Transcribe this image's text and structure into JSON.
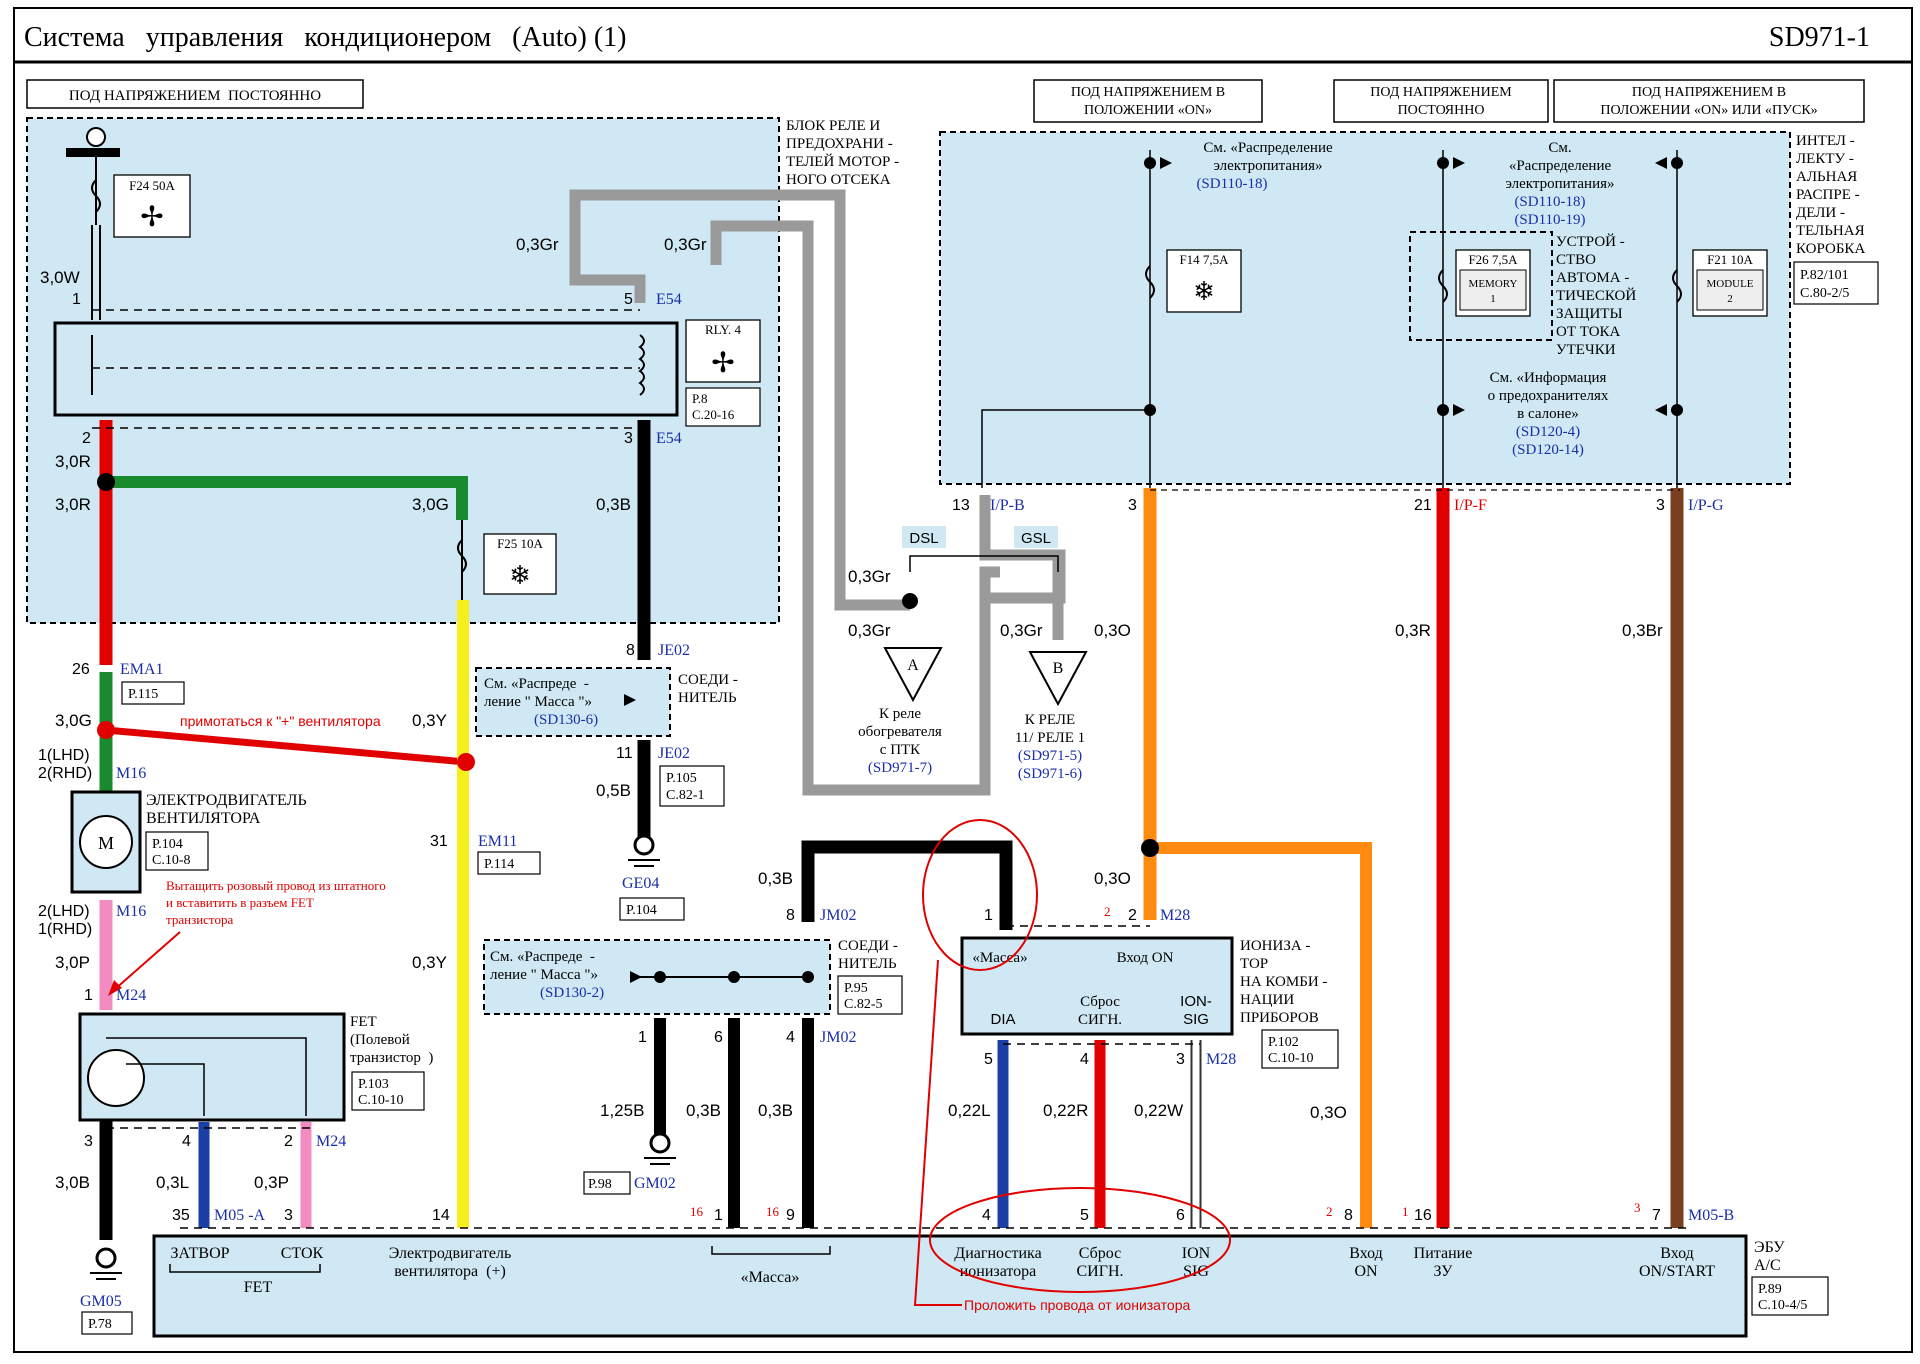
{
  "header": {
    "title": "Система   управления   кондиционером   (Auto) (1)",
    "code": "SD971-1"
  },
  "power_labels": {
    "always_left": "ПОД НАПРЯЖЕНИЕМ  ПОСТОЯННО",
    "on_l1": "ПОД НАПРЯЖЕНИЕМ  В",
    "on_l2": "ПОЛОЖЕНИИ  «ON»",
    "always_right_l1": "ПОД НАПРЯЖЕНИЕМ",
    "always_right_l2": "ПОСТОЯННО",
    "on_start_l1": "ПОД НАПРЯЖЕНИЕМ  В",
    "on_start_l2": "ПОЛОЖЕНИИ  «ON» ИЛИ «ПУСК»"
  },
  "engine_box": {
    "l1": "БЛОК  РЕЛЕ  И",
    "l2": "ПРЕДОХРАНИ -",
    "l3": "ТЕЛЕЙ МОТОР -",
    "l4": "НОГО  ОТСЕКА"
  },
  "junction_box": {
    "l1": "ИНТЕЛ -",
    "l2": "ЛЕКТУ -",
    "l3": "АЛЬНАЯ",
    "l4": "РАСПРЕ -",
    "l5": "ДЕЛИ -",
    "l6": "ТЕЛЬНАЯ",
    "l7": "КОРОБКА",
    "ref1": "P.82/101",
    "ref2": "C.80-2/5"
  },
  "fuses": {
    "f24": "F24 50A",
    "f25": "F25 10A",
    "f14": "F14 7,5A",
    "f26": "F26 7,5A",
    "f26_sub1": "MEMORY",
    "f26_sub2": "1",
    "f21": "F21 10A",
    "f21_sub1": "MODULE",
    "f21_sub2": "2"
  },
  "relay": {
    "name": "RLY. 4",
    "ref1": "P.8",
    "ref2": "C.20-16"
  },
  "see_power1": {
    "l1": "См. «Распределение",
    "l2": "электропитания»",
    "l3": "(SD110-18)"
  },
  "see_power2": {
    "l1": "См.",
    "l2": "«Распределение",
    "l3": "электропитания»",
    "l4": "(SD110-18)",
    "l5": "(SD110-19)"
  },
  "see_fuse": {
    "l1": "См. «Информация",
    "l2": "о предохранителях",
    "l3": "в салоне»",
    "l4": "(SD120-4)",
    "l5": "(SD120-14)"
  },
  "leak_device": {
    "l1": "УСТРОЙ -",
    "l2": "СТВО",
    "l3": "АВТОМА -",
    "l4": "ТИЧЕСКОЙ",
    "l5": "ЗАЩИТЫ",
    "l6": "ОТ ТОКА",
    "l7": "УТЕЧКИ"
  },
  "wires": {
    "w_30W": "3,0W",
    "w_30R_a": "3,0R",
    "w_30R_b": "3,0R",
    "w_30G_top": "3,0G",
    "w_03B_top": "0,3B",
    "w_03Gr_a": "0,3Gr",
    "w_03Gr_b": "0,3Gr",
    "w_30G": "3,0G",
    "w_03Y_a": "0,3Y",
    "w_03Y_b": "0,3Y",
    "w_30P": "3,0P",
    "w_30B": "3,0B",
    "w_03L": "0,3L",
    "w_03P": "0,3P",
    "w_05B": "0,5B",
    "w_03Gr_c": "0,3Gr",
    "w_03Gr_d": "0,3Gr",
    "w_03Gr_e": "0,3Gr",
    "w_03O_a": "0,3O",
    "w_03O_b": "0,3O",
    "w_03O_c": "0,3O",
    "w_03R": "0,3R",
    "w_03Br": "0,3Br",
    "w_03B_jm": "0,3B",
    "w_125B": "1,25B",
    "w_03B_c": "0,3B",
    "w_03B_d": "0,3B",
    "w_022L": "0,22L",
    "w_022R": "0,22R",
    "w_022W": "0,22W"
  },
  "pins": {
    "p1": "1",
    "p2": "2",
    "p3_e54": "3",
    "p5_e54": "5",
    "p26": "26",
    "p1lhd": "1(LHD)",
    "p2rhd": "2(RHD)",
    "p2lhd": "2(LHD)",
    "p1rhd": "1(RHD)",
    "p1_m24": "1",
    "p3_m24": "3",
    "p4_m24": "4",
    "p2_m24": "2",
    "p35": "35",
    "p3_m05": "3",
    "p14": "14",
    "p31": "31",
    "p8_je": "8",
    "p11_je": "11",
    "p13": "13",
    "p3_ipg": "3",
    "p3_ip": "3",
    "p21": "21",
    "p8_jm": "8",
    "p1_jm": "1",
    "p6_jm": "6",
    "p4_jm": "4",
    "p1_m28": "1",
    "p2_m28": "2",
    "p5_m28": "5",
    "p4_m28": "4",
    "p3_m28": "3",
    "e1": "1",
    "e9": "9",
    "e4": "4",
    "e5": "5",
    "e6": "6",
    "e8": "8",
    "e16": "16",
    "e7": "7",
    "r16a": "16",
    "r16b": "16",
    "r2": "2",
    "r2b": "2",
    "r1": "1",
    "r3": "3"
  },
  "connectors": {
    "E54_a": "E54",
    "E54_b": "E54",
    "EMA1": "EMA1",
    "M16_a": "M16",
    "M16_b": "M16",
    "M24_a": "M24",
    "M24_b": "M24",
    "M05A": "M05 -A",
    "EM11": "EM11",
    "JE02_a": "JE02",
    "JE02_b": "JE02",
    "GE04": "GE04",
    "GM05": "GM05",
    "GM02": "GM02",
    "IPB": "I/P-B",
    "IPF": "I/P-F",
    "IPG": "I/P-G",
    "JM02_a": "JM02",
    "JM02_b": "JM02",
    "M28_a": "M28",
    "M28_b": "M28",
    "M05B": "M05-B"
  },
  "refs": {
    "p115": "P.115",
    "p104_1": "P.104",
    "p104_2": "C.10-8",
    "p103_1": "P.103",
    "p103_2": "C.10-10",
    "p114": "P.114",
    "p105_1": "P.105",
    "p105_2": "C.82-1",
    "p104_ge": "P.104",
    "p78": "P.78",
    "p98": "P.98",
    "p95_1": "P.95",
    "p95_2": "C.82-5",
    "p102_1": "P.102",
    "p102_2": "C.10-10",
    "p89_1": "P.89",
    "p89_2": "C.10-4/5"
  },
  "components": {
    "motor_l1": "ЭЛЕКТРОДВИГАТЕЛЬ",
    "motor_l2": "ВЕНТИЛЯТОРА",
    "motor_sym": "M",
    "fet_l1": "FET",
    "fet_l2": "(Полевой",
    "fet_l3": "транзистор  )",
    "join1_l1": "СОЕДИ -",
    "join1_l2": "НИТЕЛЬ",
    "join2_l1": "СОЕДИ -",
    "join2_l2": "НИТЕЛЬ",
    "see_gnd1_l1": "См. «Распреде  -",
    "see_gnd1_l2": "ление \" Масса \"»",
    "see_gnd1_l3": "(SD130-6)",
    "see_gnd2_l1": "См. «Распреде  -",
    "see_gnd2_l2": "ление \" Масса \"»",
    "see_gnd2_l3": "(SD130-2)",
    "dsl": "DSL",
    "gsl": "GSL",
    "tri_a": "A",
    "tri_b": "B",
    "relay_a_l1": "К реле",
    "relay_a_l2": "обогревателя",
    "relay_a_l3": "с ПТК",
    "relay_a_l4": "(SD971-7)",
    "relay_b_l1": "К РЕЛЕ",
    "relay_b_l2": "11/ РЕЛЕ 1",
    "relay_b_l3": "(SD971-5)",
    "relay_b_l4": "(SD971-6)",
    "ion_l1": "ИОНИЗА -",
    "ion_l2": "ТОР",
    "ion_l3": "НА КОМБИ -",
    "ion_l4": "НАЦИИ",
    "ion_l5": "ПРИБОРОВ",
    "ion_mass": "«Масса»",
    "ion_von": "Вход ON",
    "ion_dia": "DIA",
    "ion_reset1": "Сброс",
    "ion_reset2": "СИГН.",
    "ion_sig1": "ION-",
    "ion_sig2": "SIG"
  },
  "ecu": {
    "gate": "ЗАТВОР",
    "drain": "СТОК",
    "fet": "FET",
    "motor1": "Электродвигатель",
    "motor2": "вентилятора  (+)",
    "mass": "«Масса»",
    "diag1": "Диагностика",
    "diag2": "ионизатора",
    "reset1": "Сброс",
    "reset2": "СИГН.",
    "ion1": "ION",
    "ion2": "SIG",
    "von1": "Вход",
    "von2": "ON",
    "pwr1": "Питание",
    "pwr2": "ЗУ",
    "vstart1": "Вход",
    "vstart2": "ON/START",
    "name1": "ЭБУ",
    "name2": "A/C"
  },
  "annotations": {
    "note1": "примотаться к \"+\" вентилятора",
    "note2_l1": "Вытащить розовый провод из штатного",
    "note2_l2": "и вставитить в разъем FET",
    "note2_l3": "транзистора",
    "note3": "Проложить провода от ионизатора"
  }
}
